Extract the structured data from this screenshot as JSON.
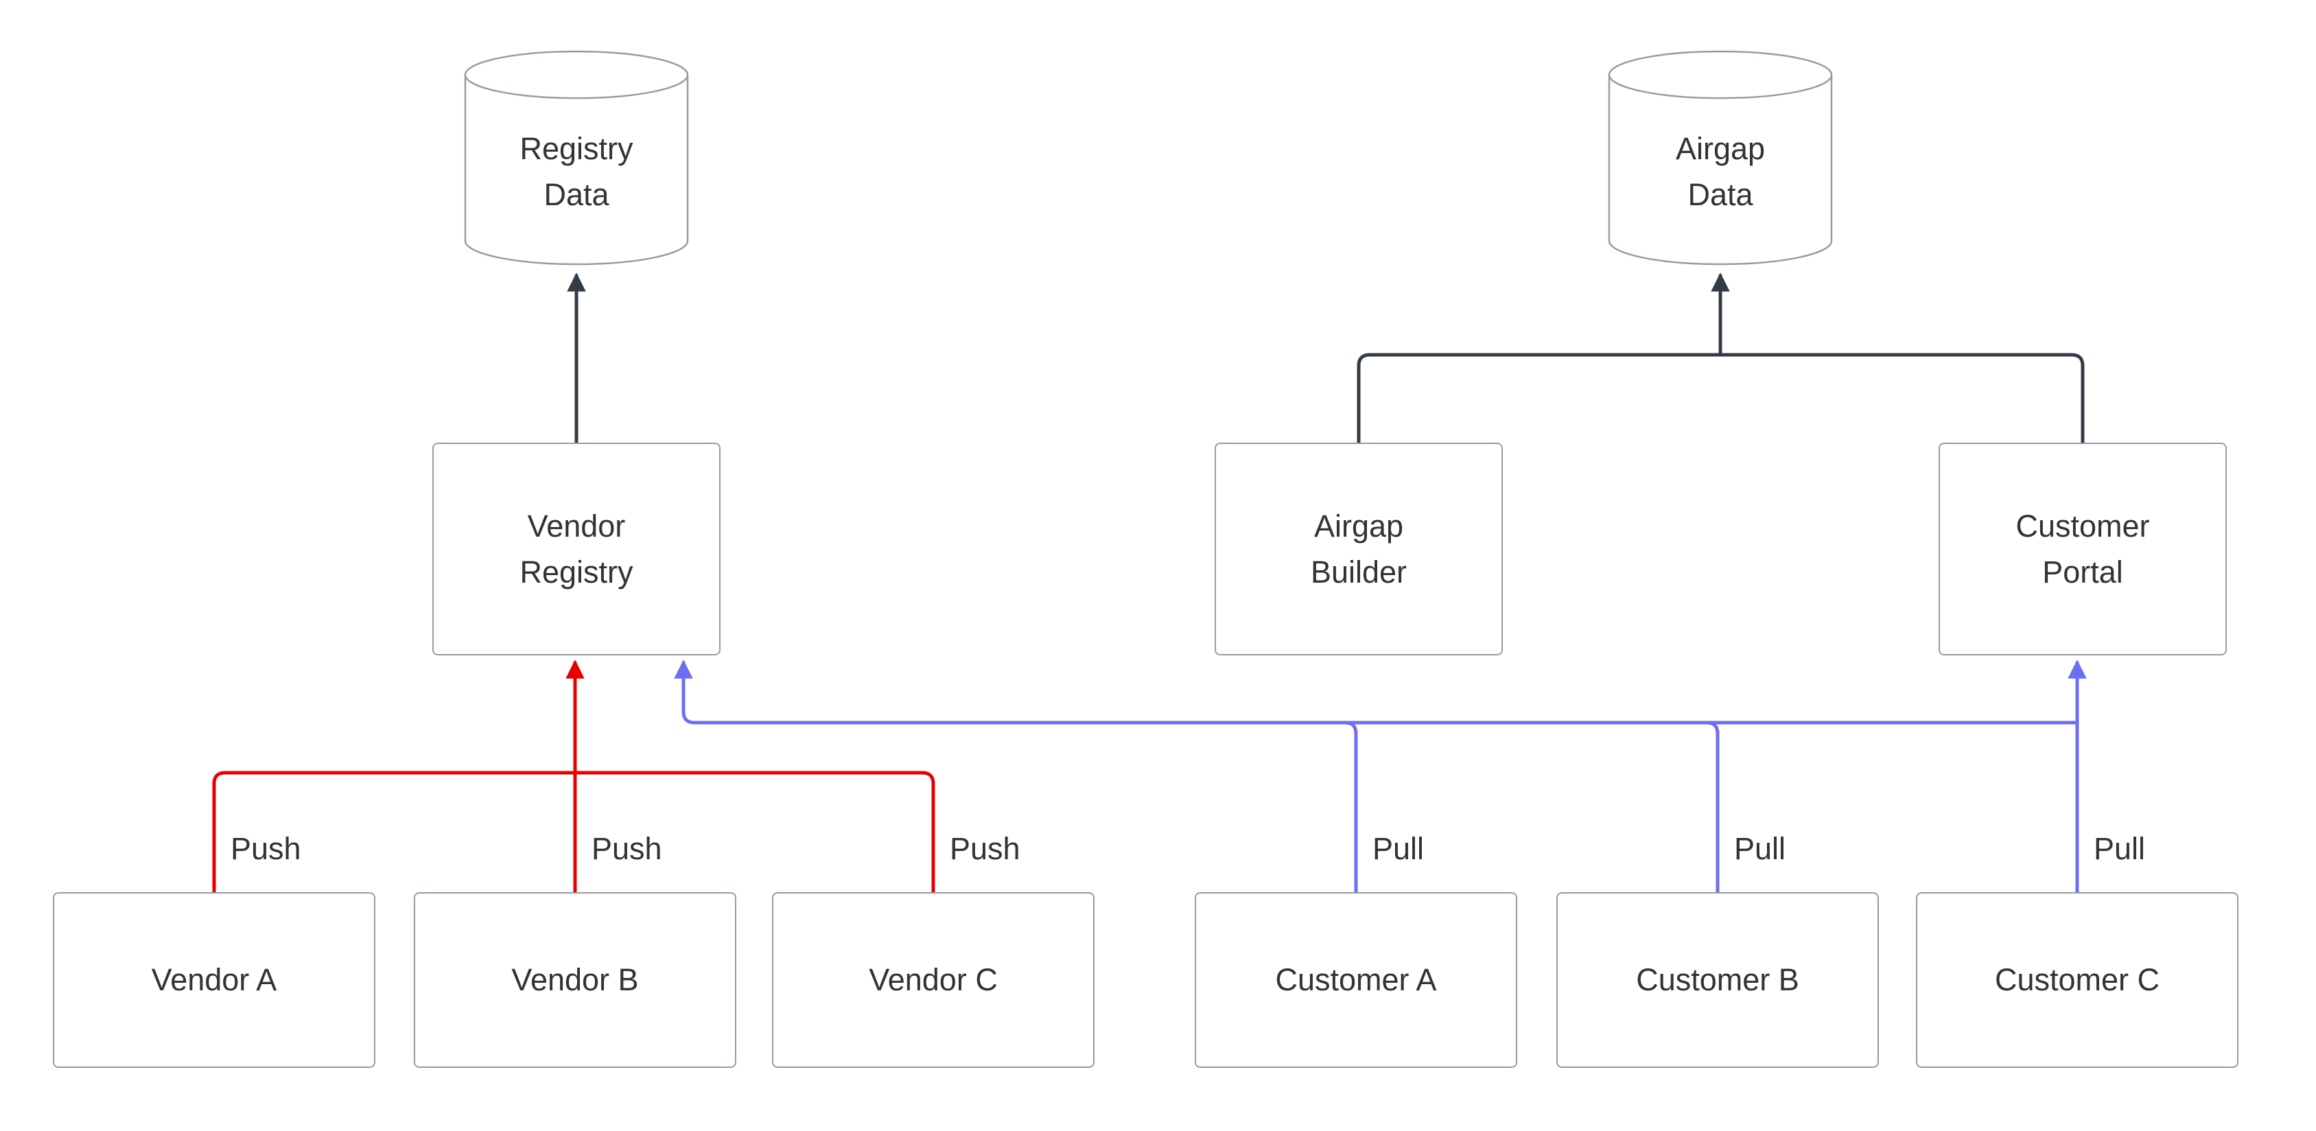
{
  "diagram": {
    "colors": {
      "edge_default": "#333C45",
      "edge_push": "#E60000",
      "edge_pull": "#6E6EF2",
      "node_border": "#979CA3",
      "node_fill": "#FFFFFF",
      "label_text": "#333333"
    },
    "nodes": {
      "registry_data": {
        "label": "Registry\nData",
        "shape": "cylinder"
      },
      "airgap_data": {
        "label": "Airgap\nData",
        "shape": "cylinder"
      },
      "vendor_registry": {
        "label": "Vendor\nRegistry",
        "shape": "rect"
      },
      "airgap_builder": {
        "label": "Airgap\nBuilder",
        "shape": "rect"
      },
      "customer_portal": {
        "label": "Customer\nPortal",
        "shape": "rect"
      },
      "vendor_a": {
        "label": "Vendor A",
        "shape": "rect"
      },
      "vendor_b": {
        "label": "Vendor B",
        "shape": "rect"
      },
      "vendor_c": {
        "label": "Vendor C",
        "shape": "rect"
      },
      "customer_a": {
        "label": "Customer A",
        "shape": "rect"
      },
      "customer_b": {
        "label": "Customer B",
        "shape": "rect"
      },
      "customer_c": {
        "label": "Customer C",
        "shape": "rect"
      }
    },
    "edges": {
      "push_a": {
        "label": "Push",
        "from": "vendor_a",
        "to": "vendor_registry"
      },
      "push_b": {
        "label": "Push",
        "from": "vendor_b",
        "to": "vendor_registry"
      },
      "push_c": {
        "label": "Push",
        "from": "vendor_c",
        "to": "vendor_registry"
      },
      "pull_a": {
        "label": "Pull",
        "from": "customer_a",
        "to": "vendor_registry"
      },
      "pull_b": {
        "label": "Pull",
        "from": "customer_b",
        "to": "vendor_registry"
      },
      "pull_c": {
        "label": "Pull",
        "from": "customer_c",
        "to": "customer_portal"
      },
      "registry_to_data": {
        "label": "",
        "from": "vendor_registry",
        "to": "registry_data"
      },
      "builder_to_airgap": {
        "label": "",
        "from": "airgap_builder",
        "to": "airgap_data"
      },
      "portal_to_airgap": {
        "label": "",
        "from": "customer_portal",
        "to": "airgap_data"
      }
    }
  }
}
